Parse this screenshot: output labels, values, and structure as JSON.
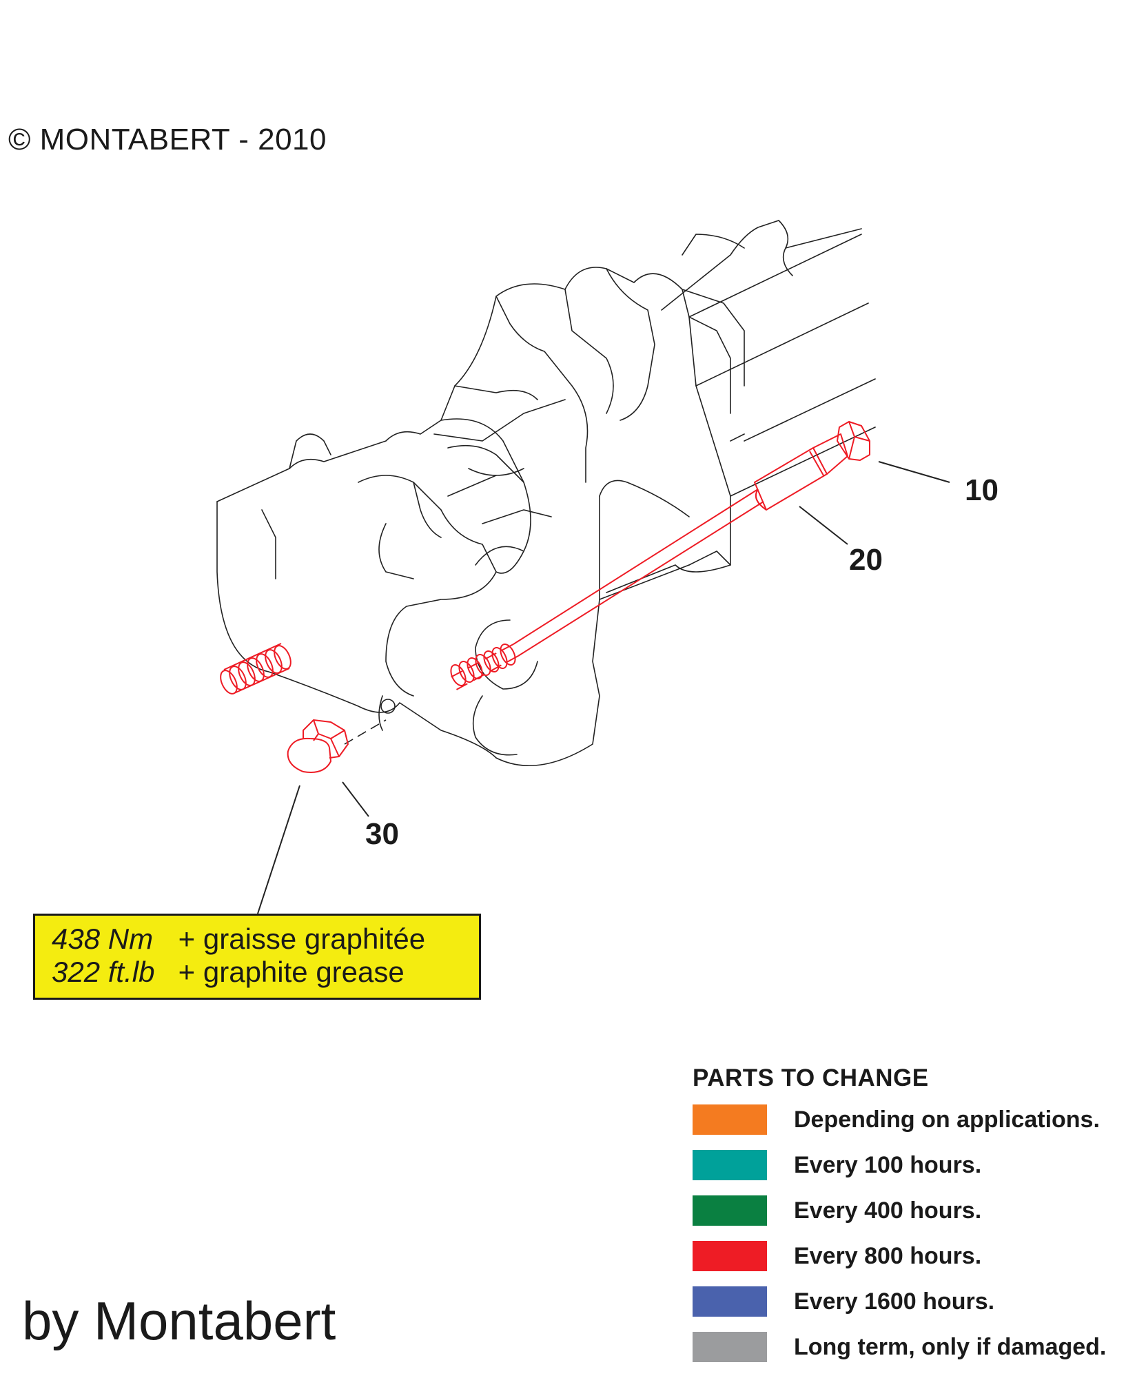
{
  "copyright": "© MONTABERT - 2010",
  "callouts": {
    "bolt": "10",
    "sleeve": "20",
    "plug": "30"
  },
  "torque_note": {
    "line1_value": "438 Nm",
    "line1_text": "+ graisse graphitée",
    "line2_value": "322 ft.lb",
    "line2_text": "+ graphite grease",
    "background": "#f4ec10"
  },
  "legend": {
    "title": "PARTS TO CHANGE",
    "items": [
      {
        "label": "Depending on applications.",
        "color": "#f47b20"
      },
      {
        "label": "Every 100 hours.",
        "color": "#00a19a"
      },
      {
        "label": "Every 400 hours.",
        "color": "#0a8041"
      },
      {
        "label": "Every 800 hours.",
        "color": "#ee1c25"
      },
      {
        "label": "Every 1600 hours.",
        "color": "#4a62ad"
      },
      {
        "label": "Long term, only if damaged.",
        "color": "#9b9c9e"
      }
    ]
  },
  "highlight_color": "#ee1c25",
  "signature": "by Montabert"
}
